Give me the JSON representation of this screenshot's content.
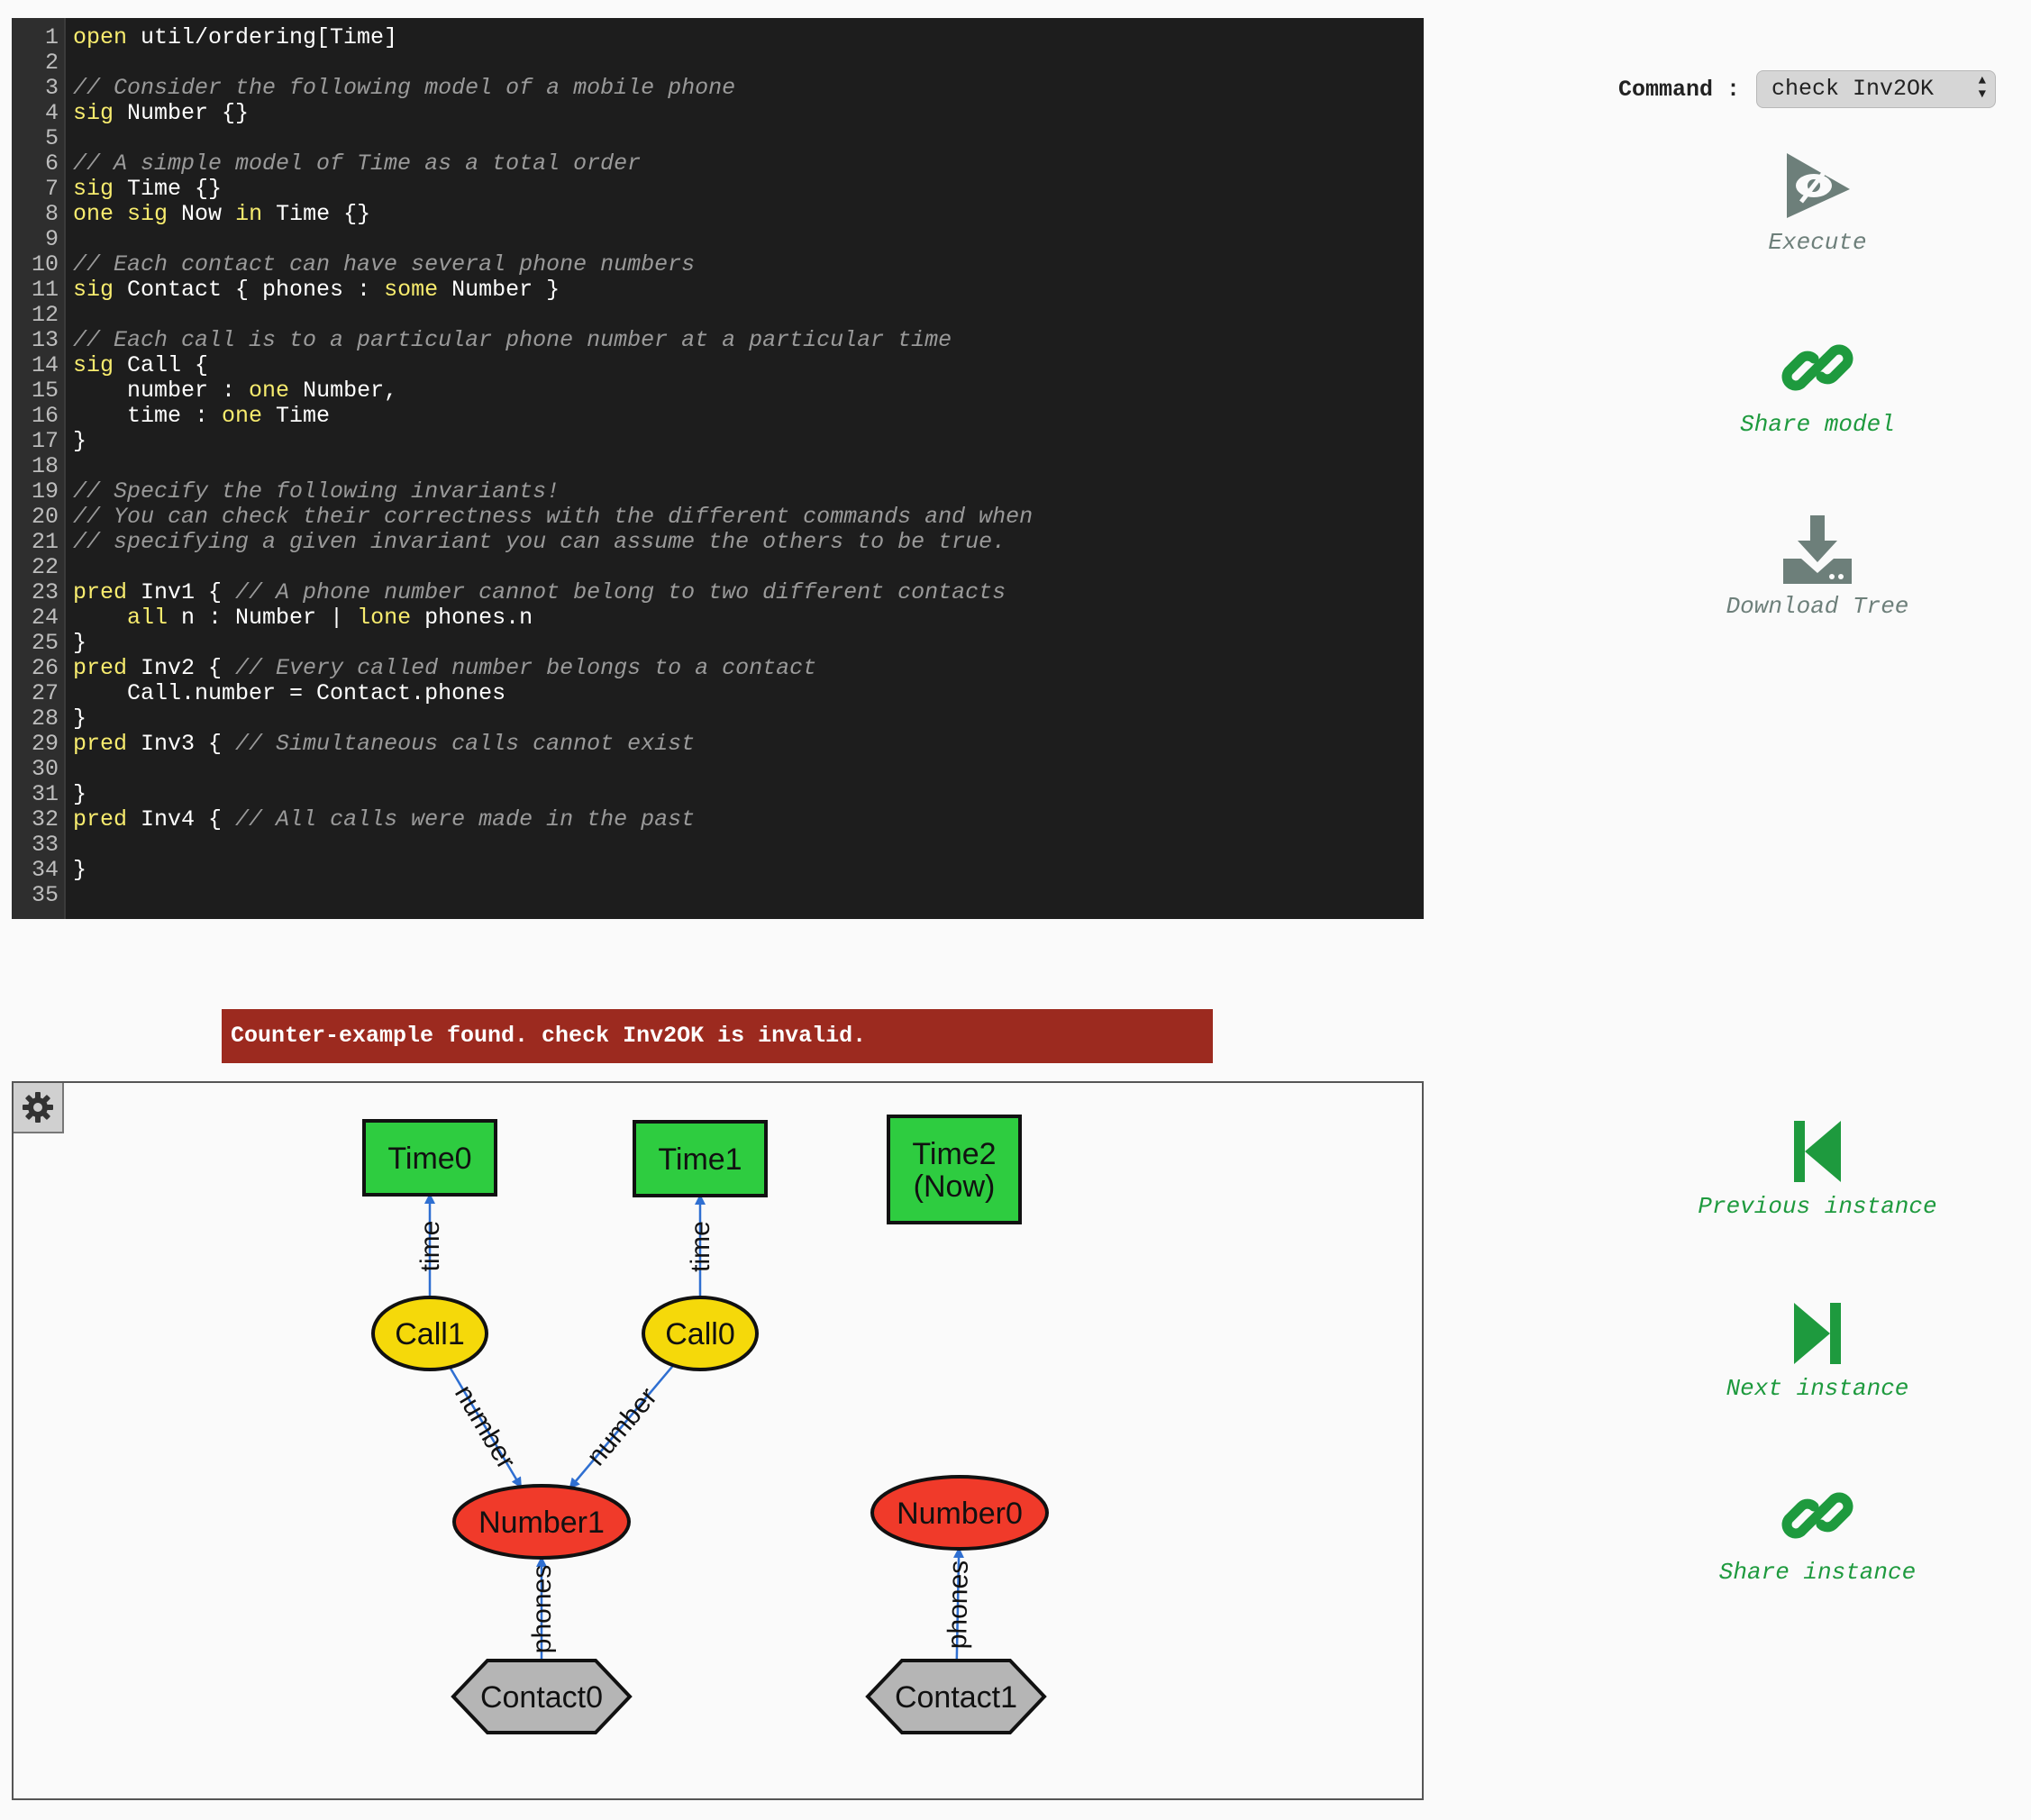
{
  "editor": {
    "lines": [
      [
        {
          "t": "open",
          "c": "kw"
        },
        {
          "t": " util/ordering[Time]"
        }
      ],
      [],
      [
        {
          "t": "// Consider the following model of a mobile phone",
          "c": "cm"
        }
      ],
      [
        {
          "t": "sig",
          "c": "kw"
        },
        {
          "t": " Number {}"
        }
      ],
      [],
      [
        {
          "t": "// A simple model of Time as a total order",
          "c": "cm"
        }
      ],
      [
        {
          "t": "sig",
          "c": "kw"
        },
        {
          "t": " Time {}"
        }
      ],
      [
        {
          "t": "one",
          "c": "kw"
        },
        {
          "t": " "
        },
        {
          "t": "sig",
          "c": "kw"
        },
        {
          "t": " Now "
        },
        {
          "t": "in",
          "c": "kw"
        },
        {
          "t": " Time {}"
        }
      ],
      [],
      [
        {
          "t": "// Each contact can have several phone numbers",
          "c": "cm"
        }
      ],
      [
        {
          "t": "sig",
          "c": "kw"
        },
        {
          "t": " Contact { phones : "
        },
        {
          "t": "some",
          "c": "kw"
        },
        {
          "t": " Number }"
        }
      ],
      [],
      [
        {
          "t": "// Each call is to a particular phone number at a particular time",
          "c": "cm"
        }
      ],
      [
        {
          "t": "sig",
          "c": "kw"
        },
        {
          "t": " Call {"
        }
      ],
      [
        {
          "t": "    number : "
        },
        {
          "t": "one",
          "c": "kw"
        },
        {
          "t": " Number,"
        }
      ],
      [
        {
          "t": "    time : "
        },
        {
          "t": "one",
          "c": "kw"
        },
        {
          "t": " Time"
        }
      ],
      [
        {
          "t": "}"
        }
      ],
      [],
      [
        {
          "t": "// Specify the following invariants!",
          "c": "cm"
        }
      ],
      [
        {
          "t": "// You can check their correctness with the different commands and when",
          "c": "cm"
        }
      ],
      [
        {
          "t": "// specifying a given invariant you can assume the others to be true.",
          "c": "cm"
        }
      ],
      [],
      [
        {
          "t": "pred",
          "c": "kw"
        },
        {
          "t": " Inv1 { "
        },
        {
          "t": "// A phone number cannot belong to two different contacts",
          "c": "cm"
        }
      ],
      [
        {
          "t": "    "
        },
        {
          "t": "all",
          "c": "kw"
        },
        {
          "t": " n : Number | "
        },
        {
          "t": "lone",
          "c": "kw"
        },
        {
          "t": " phones.n"
        }
      ],
      [
        {
          "t": "}"
        }
      ],
      [
        {
          "t": "pred",
          "c": "kw"
        },
        {
          "t": " Inv2 { "
        },
        {
          "t": "// Every called number belongs to a contact",
          "c": "cm"
        }
      ],
      [
        {
          "t": "    Call.number = Contact.phones"
        }
      ],
      [
        {
          "t": "}"
        }
      ],
      [
        {
          "t": "pred",
          "c": "kw"
        },
        {
          "t": " Inv3 { "
        },
        {
          "t": "// Simultaneous calls cannot exist",
          "c": "cm"
        }
      ],
      [],
      [
        {
          "t": "}"
        }
      ],
      [
        {
          "t": "pred",
          "c": "kw"
        },
        {
          "t": " Inv4 { "
        },
        {
          "t": "// All calls were made in the past",
          "c": "cm"
        }
      ],
      [],
      [
        {
          "t": "}"
        }
      ],
      []
    ]
  },
  "toolbar": {
    "command_label": "Command :",
    "command_value": "check Inv2OK",
    "execute_label": "Execute",
    "share_model_label": "Share model",
    "download_tree_label": "Download Tree",
    "previous_instance_label": "Previous instance",
    "next_instance_label": "Next instance",
    "share_instance_label": "Share instance"
  },
  "colors": {
    "green": "#1e9a3e",
    "grey_icon": "#6d7f7a",
    "time_fill": "#2ecc40",
    "call_fill": "#f5d90a",
    "number_fill": "#f03a2a",
    "contact_fill": "#b5b5b5",
    "edge": "#2f6fd1",
    "message_bg": "#9c2a1f"
  },
  "message": "Counter-example found. check Inv2OK is invalid.",
  "instance": {
    "nodes": [
      {
        "id": "time0",
        "label": "Time0",
        "shape": "box"
      },
      {
        "id": "time1",
        "label": "Time1",
        "shape": "box"
      },
      {
        "id": "time2",
        "label": "Time2",
        "label2": "(Now)",
        "shape": "box"
      },
      {
        "id": "call1",
        "label": "Call1",
        "shape": "ellipse"
      },
      {
        "id": "call0",
        "label": "Call0",
        "shape": "ellipse"
      },
      {
        "id": "number1",
        "label": "Number1",
        "shape": "ellipse"
      },
      {
        "id": "number0",
        "label": "Number0",
        "shape": "ellipse"
      },
      {
        "id": "contact0",
        "label": "Contact0",
        "shape": "hexagon"
      },
      {
        "id": "contact1",
        "label": "Contact1",
        "shape": "hexagon"
      }
    ],
    "edges": [
      {
        "from": "call1",
        "to": "time0",
        "label": "time"
      },
      {
        "from": "call0",
        "to": "time1",
        "label": "time"
      },
      {
        "from": "call1",
        "to": "number1",
        "label": "number"
      },
      {
        "from": "call0",
        "to": "number1",
        "label": "number"
      },
      {
        "from": "contact0",
        "to": "number1",
        "label": "phones"
      },
      {
        "from": "contact1",
        "to": "number0",
        "label": "phones"
      }
    ]
  }
}
